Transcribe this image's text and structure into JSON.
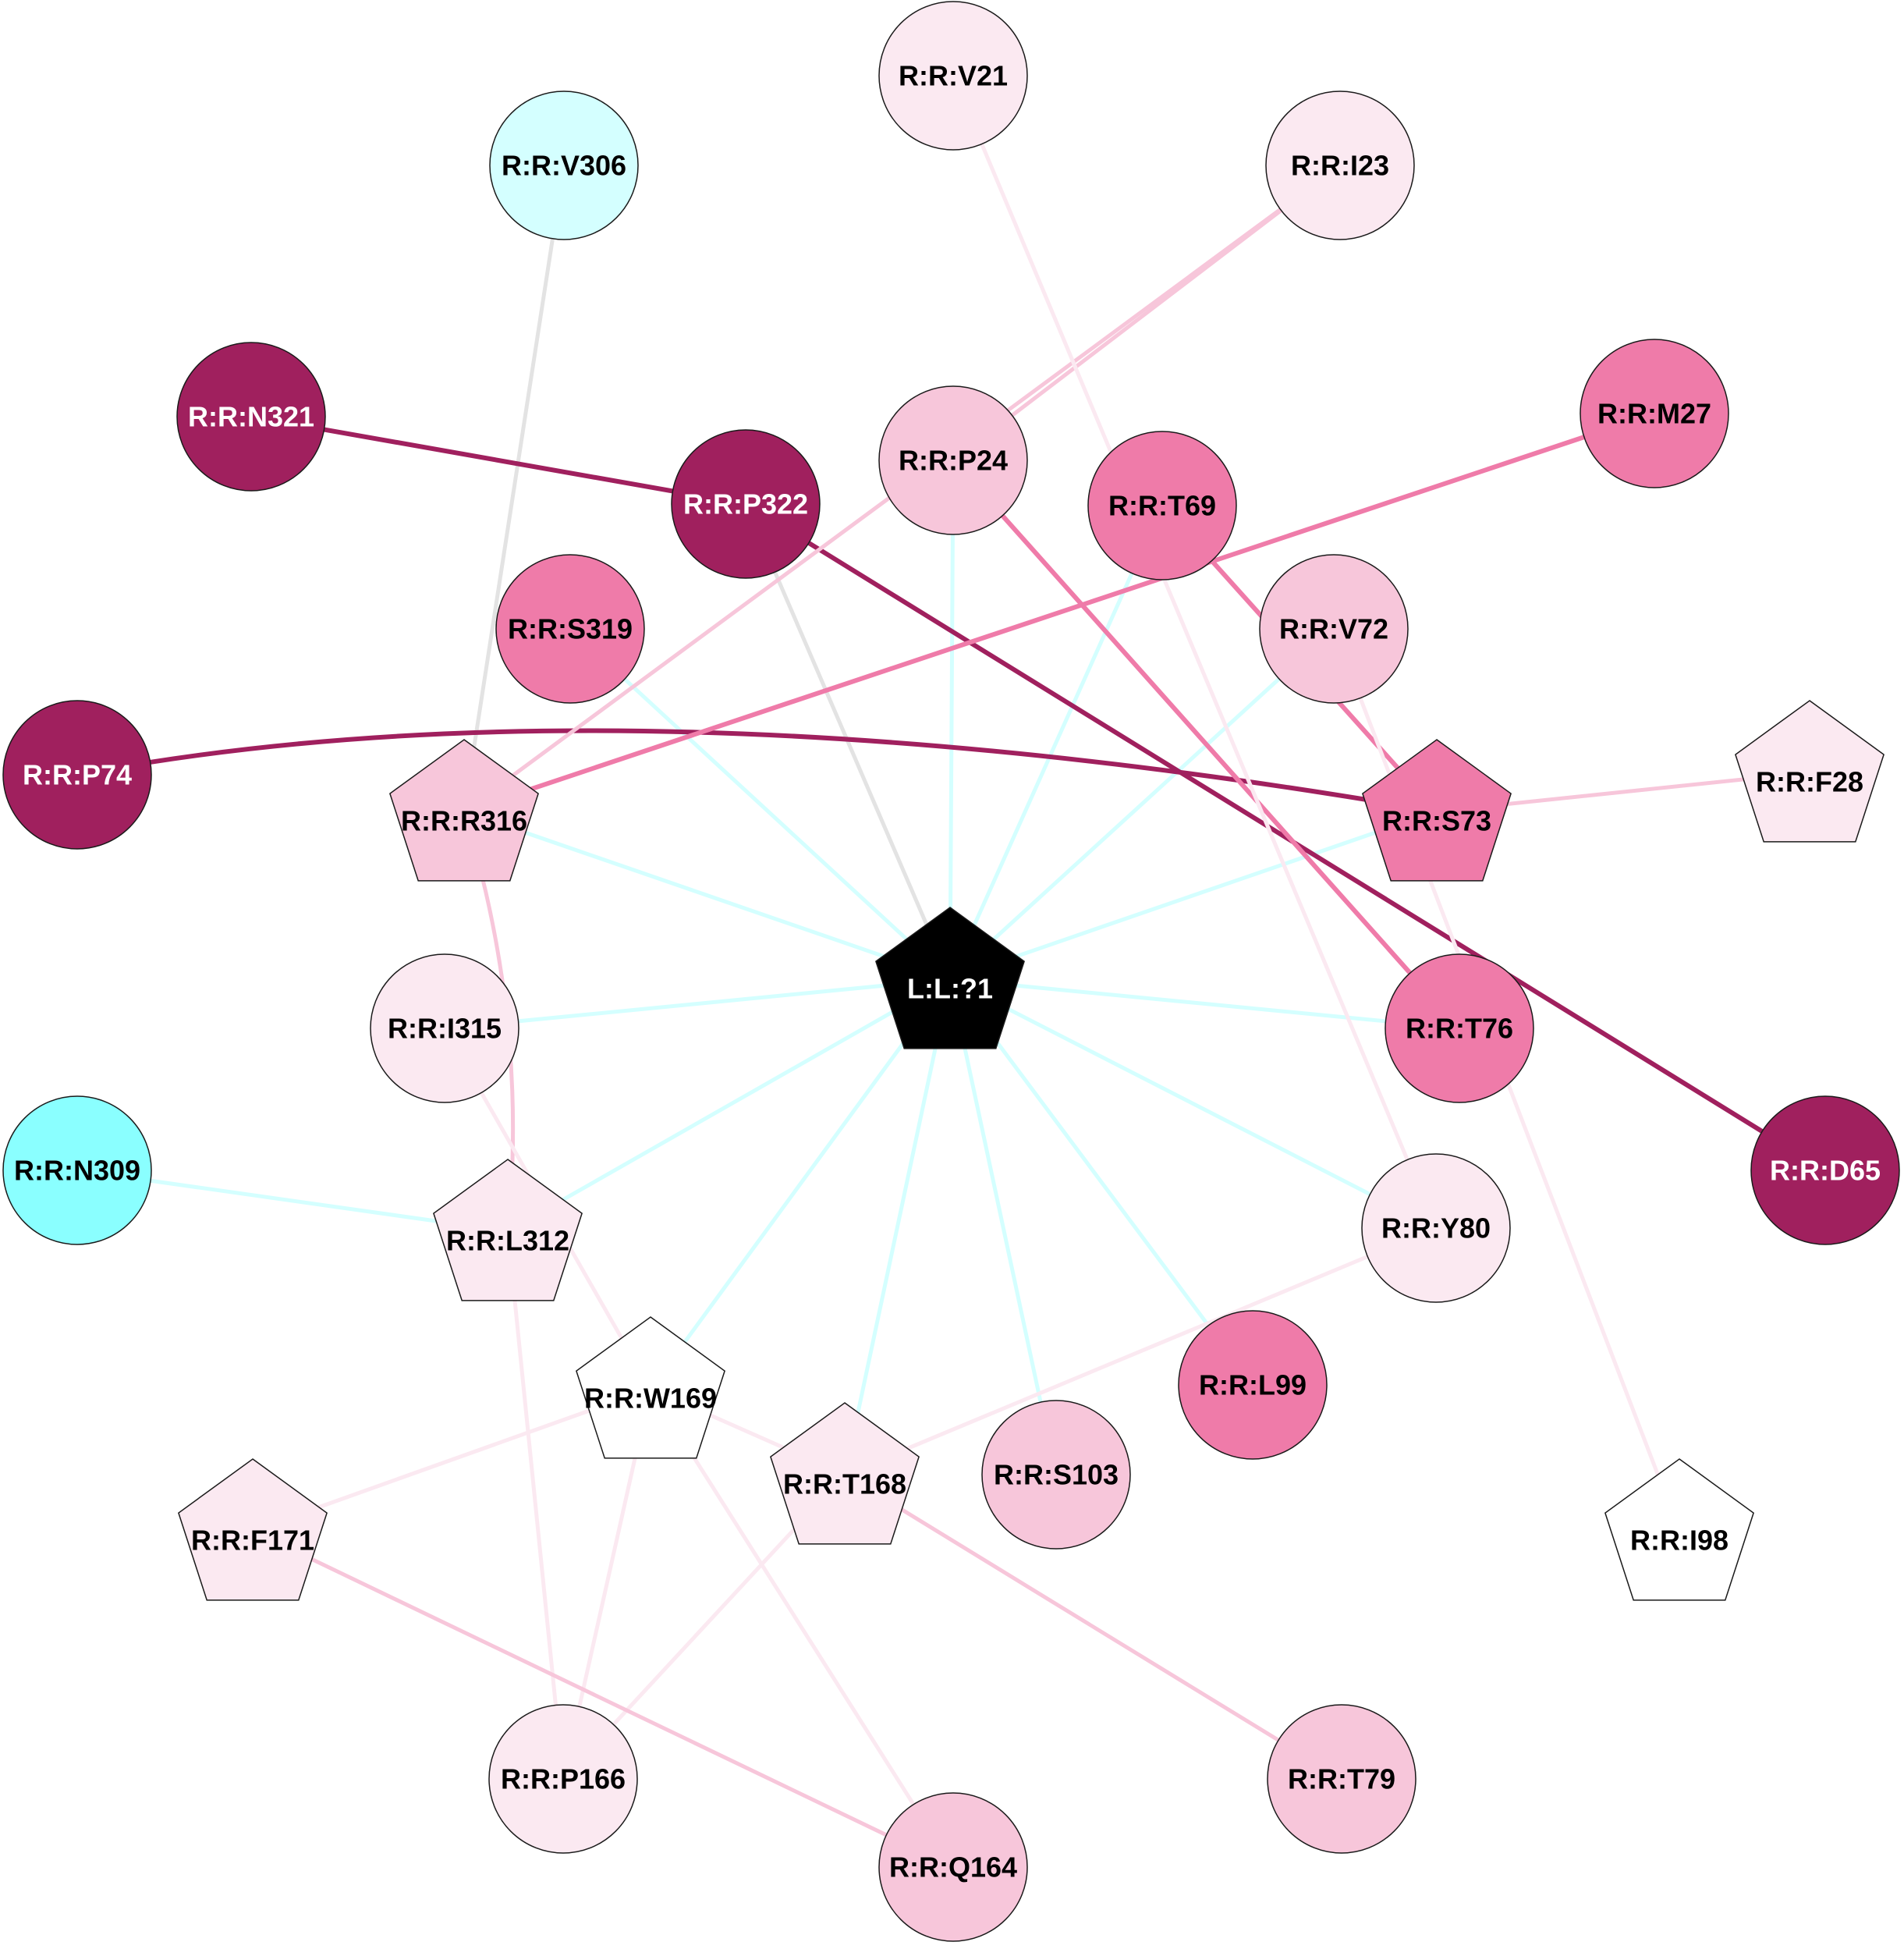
{
  "colors": {
    "dark": "#a0205e",
    "strong": "#ef7ba9",
    "medium": "#f7c6da",
    "light": "#fbe9f1",
    "white": "#ffffff",
    "cyan": "#8affff",
    "lightcyan": "#d4ffff",
    "ligand": "#000000",
    "gray": "#e3e3e3"
  },
  "nodes": [
    {
      "id": "LIG",
      "label": "L:L:?1",
      "shape": "pentagon",
      "fill": "ligand",
      "text": "white"
    },
    {
      "id": "V21",
      "label": "R:R:V21",
      "shape": "circle",
      "fill": "light",
      "text": "black"
    },
    {
      "id": "I23",
      "label": "R:R:I23",
      "shape": "circle",
      "fill": "light",
      "text": "black"
    },
    {
      "id": "V306",
      "label": "R:R:V306",
      "shape": "circle",
      "fill": "lightcyan",
      "text": "black"
    },
    {
      "id": "N321",
      "label": "R:R:N321",
      "shape": "circle",
      "fill": "dark",
      "text": "white"
    },
    {
      "id": "M27",
      "label": "R:R:M27",
      "shape": "circle",
      "fill": "strong",
      "text": "black"
    },
    {
      "id": "P24",
      "label": "R:R:P24",
      "shape": "circle",
      "fill": "medium",
      "text": "black"
    },
    {
      "id": "P322",
      "label": "R:R:P322",
      "shape": "circle",
      "fill": "dark",
      "text": "white"
    },
    {
      "id": "T69",
      "label": "R:R:T69",
      "shape": "circle",
      "fill": "strong",
      "text": "black"
    },
    {
      "id": "S319",
      "label": "R:R:S319",
      "shape": "circle",
      "fill": "strong",
      "text": "black"
    },
    {
      "id": "V72",
      "label": "R:R:V72",
      "shape": "circle",
      "fill": "medium",
      "text": "black"
    },
    {
      "id": "P74",
      "label": "R:R:P74",
      "shape": "circle",
      "fill": "dark",
      "text": "white"
    },
    {
      "id": "F28",
      "label": "R:R:F28",
      "shape": "pentagon",
      "fill": "light",
      "text": "black"
    },
    {
      "id": "R316",
      "label": "R:R:R316",
      "shape": "pentagon",
      "fill": "medium",
      "text": "black"
    },
    {
      "id": "S73",
      "label": "R:R:S73",
      "shape": "pentagon",
      "fill": "strong",
      "text": "black"
    },
    {
      "id": "I315",
      "label": "R:R:I315",
      "shape": "circle",
      "fill": "light",
      "text": "black"
    },
    {
      "id": "T76",
      "label": "R:R:T76",
      "shape": "circle",
      "fill": "strong",
      "text": "black"
    },
    {
      "id": "N309",
      "label": "R:R:N309",
      "shape": "circle",
      "fill": "cyan",
      "text": "black"
    },
    {
      "id": "D65",
      "label": "R:R:D65",
      "shape": "circle",
      "fill": "dark",
      "text": "white"
    },
    {
      "id": "L312",
      "label": "R:R:L312",
      "shape": "pentagon",
      "fill": "light",
      "text": "black"
    },
    {
      "id": "Y80",
      "label": "R:R:Y80",
      "shape": "circle",
      "fill": "light",
      "text": "black"
    },
    {
      "id": "W169",
      "label": "R:R:W169",
      "shape": "pentagon",
      "fill": "white",
      "text": "black"
    },
    {
      "id": "L99",
      "label": "R:R:L99",
      "shape": "circle",
      "fill": "strong",
      "text": "black"
    },
    {
      "id": "T168",
      "label": "R:R:T168",
      "shape": "pentagon",
      "fill": "light",
      "text": "black"
    },
    {
      "id": "S103",
      "label": "R:R:S103",
      "shape": "circle",
      "fill": "medium",
      "text": "black"
    },
    {
      "id": "F171",
      "label": "R:R:F171",
      "shape": "pentagon",
      "fill": "light",
      "text": "black"
    },
    {
      "id": "I98",
      "label": "R:R:I98",
      "shape": "pentagon",
      "fill": "white",
      "text": "black"
    },
    {
      "id": "P166",
      "label": "R:R:P166",
      "shape": "circle",
      "fill": "light",
      "text": "black"
    },
    {
      "id": "T79",
      "label": "R:R:T79",
      "shape": "circle",
      "fill": "medium",
      "text": "black"
    },
    {
      "id": "Q164",
      "label": "R:R:Q164",
      "shape": "circle",
      "fill": "medium",
      "text": "black"
    }
  ],
  "edges": [
    {
      "from": "LIG",
      "to": "R316",
      "color": "lightcyan"
    },
    {
      "from": "LIG",
      "to": "S319",
      "color": "lightcyan"
    },
    {
      "from": "LIG",
      "to": "P322",
      "color": "gray"
    },
    {
      "from": "LIG",
      "to": "P24",
      "color": "lightcyan"
    },
    {
      "from": "LIG",
      "to": "T69",
      "color": "lightcyan"
    },
    {
      "from": "LIG",
      "to": "V72",
      "color": "lightcyan"
    },
    {
      "from": "LIG",
      "to": "S73",
      "color": "lightcyan"
    },
    {
      "from": "LIG",
      "to": "T76",
      "color": "lightcyan"
    },
    {
      "from": "LIG",
      "to": "Y80",
      "color": "lightcyan"
    },
    {
      "from": "LIG",
      "to": "L99",
      "color": "lightcyan"
    },
    {
      "from": "LIG",
      "to": "S103",
      "color": "lightcyan"
    },
    {
      "from": "LIG",
      "to": "T168",
      "color": "lightcyan"
    },
    {
      "from": "LIG",
      "to": "W169",
      "color": "lightcyan"
    },
    {
      "from": "LIG",
      "to": "L312",
      "color": "lightcyan"
    },
    {
      "from": "LIG",
      "to": "I315",
      "color": "lightcyan"
    },
    {
      "from": "N309",
      "to": "L312",
      "color": "lightcyan"
    },
    {
      "from": "V306",
      "to": "R316",
      "color": "gray"
    },
    {
      "from": "N321",
      "to": "P322",
      "color": "dark"
    },
    {
      "from": "P322",
      "to": "D65",
      "color": "dark"
    },
    {
      "from": "P74",
      "to": "S73",
      "color": "dark",
      "curve": true
    },
    {
      "from": "M27",
      "to": "R316",
      "color": "strong"
    },
    {
      "from": "I23",
      "to": "P24",
      "color": "medium"
    },
    {
      "from": "I23",
      "to": "R316",
      "color": "medium"
    },
    {
      "from": "T69",
      "to": "S73",
      "color": "strong"
    },
    {
      "from": "P24",
      "to": "T76",
      "color": "strong"
    },
    {
      "from": "F28",
      "to": "S73",
      "color": "medium"
    },
    {
      "from": "V21",
      "to": "Y80",
      "color": "light"
    },
    {
      "from": "V72",
      "to": "I98",
      "color": "light"
    },
    {
      "from": "R316",
      "to": "L312",
      "color": "medium",
      "curve": true
    },
    {
      "from": "L312",
      "to": "P166",
      "color": "light"
    },
    {
      "from": "I315",
      "to": "W169",
      "color": "light"
    },
    {
      "from": "W169",
      "to": "T168",
      "color": "light"
    },
    {
      "from": "W169",
      "to": "F171",
      "color": "light"
    },
    {
      "from": "W169",
      "to": "P166",
      "color": "light"
    },
    {
      "from": "W169",
      "to": "Q164",
      "color": "light"
    },
    {
      "from": "T168",
      "to": "Y80",
      "color": "light"
    },
    {
      "from": "T168",
      "to": "P166",
      "color": "light"
    },
    {
      "from": "T168",
      "to": "T79",
      "color": "medium"
    },
    {
      "from": "F171",
      "to": "Q164",
      "color": "medium"
    }
  ]
}
